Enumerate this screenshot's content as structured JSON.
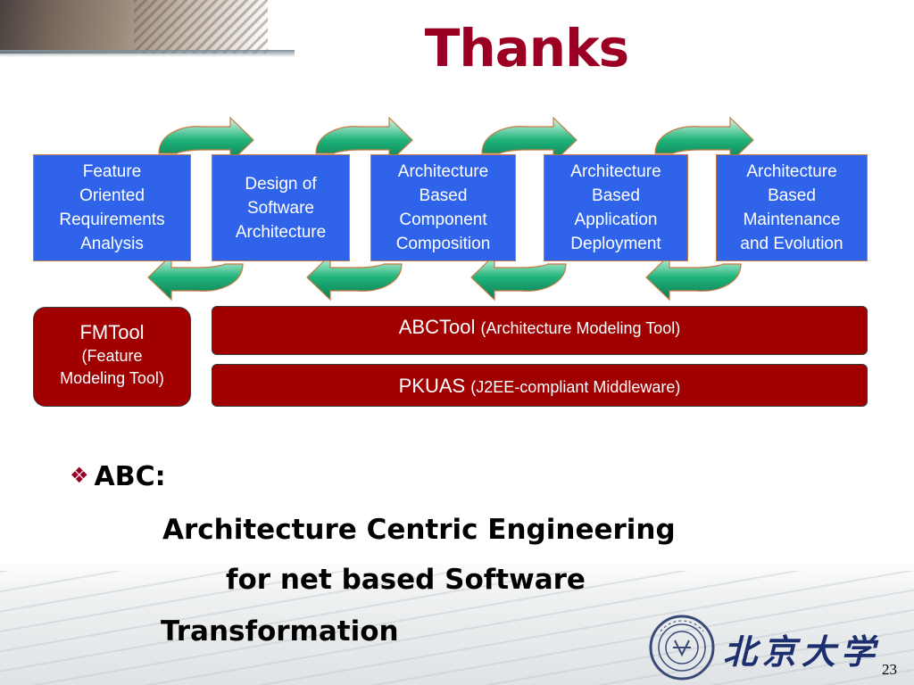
{
  "slide": {
    "title": "Thanks",
    "page_number": "23"
  },
  "colors": {
    "title_red": "#9b0024",
    "step_blue": "#2f64ea",
    "tool_red": "#a00000",
    "arrow_green": "#1fb37a"
  },
  "process_steps": [
    {
      "lines": [
        "Feature",
        "Oriented",
        "Requirements",
        "Analysis"
      ]
    },
    {
      "lines": [
        "Design of",
        "Software",
        "Architecture"
      ]
    },
    {
      "lines": [
        "Architecture",
        "Based",
        "Component",
        "Composition"
      ]
    },
    {
      "lines": [
        "Architecture",
        "Based",
        "Application",
        "Deployment"
      ]
    },
    {
      "lines": [
        "Architecture",
        "Based",
        "Maintenance",
        "and Evolution"
      ]
    }
  ],
  "tools": {
    "fmtool": {
      "name": "FMTool",
      "desc_line1": "(Feature",
      "desc_line2": "Modeling Tool)"
    },
    "abctool": {
      "name": "ABCTool",
      "desc": "(Architecture Modeling Tool)"
    },
    "pkuas": {
      "name": "PKUAS",
      "desc": "(J2EE-compliant Middleware)"
    }
  },
  "bullet": {
    "glyph": "❖",
    "heading": "ABC:",
    "lines": [
      "Architecture Centric Engineering",
      "for net based Software",
      "Transformation"
    ]
  },
  "logo": {
    "seal_icon": "peking-university-seal-icon",
    "name": "北京大学"
  }
}
